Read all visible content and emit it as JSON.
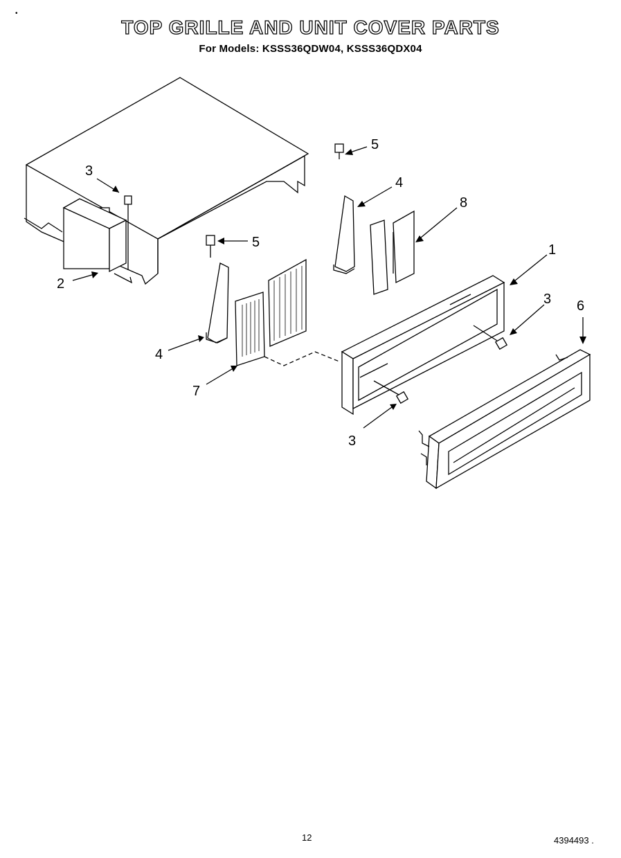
{
  "header": {
    "corner_mark": "•",
    "title": "TOP GRILLE AND UNIT COVER PARTS",
    "subtitle": "For Models: KSSS36QDW04, KSSS36QDX04"
  },
  "callouts": {
    "unit_cover_screw": "3",
    "unit_cover": "2",
    "grille_screw_right": "5",
    "bracket_right": "4",
    "filter_right": "8",
    "grille_frame": "1",
    "frame_screw_right": "3",
    "grille_panel": "6",
    "grille_screw_left": "5",
    "bracket_left": "4",
    "filter_left": "7",
    "frame_screw_bottom": "3"
  },
  "footer": {
    "page_number": "12",
    "document_number": "4394493 ."
  }
}
